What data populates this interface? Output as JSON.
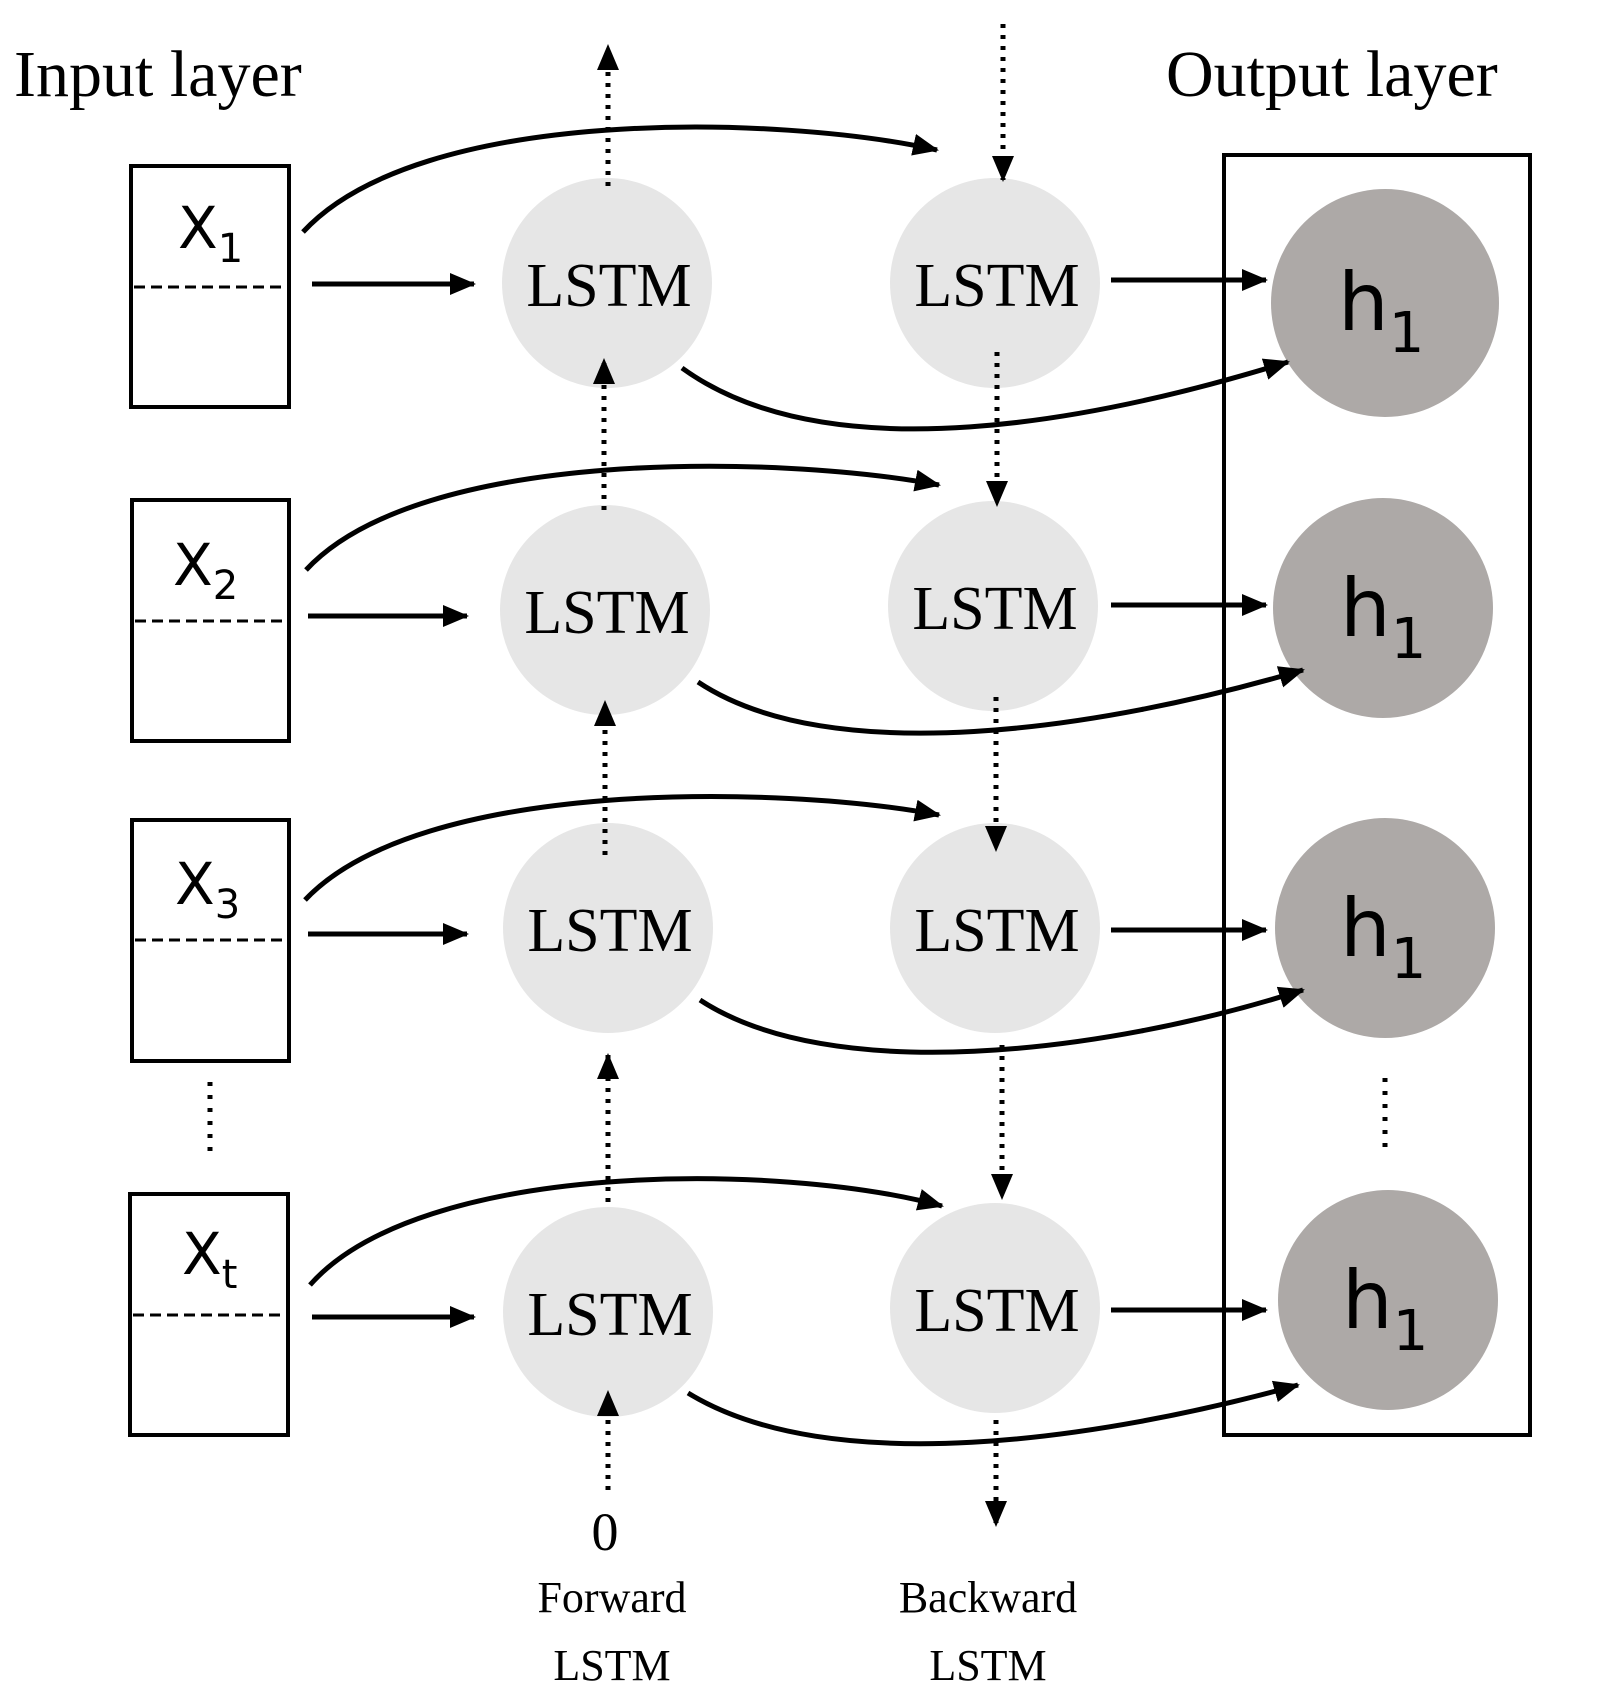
{
  "labels": {
    "input_layer": "Input layer",
    "output_layer": "Output layer",
    "zero": "0",
    "forward_line1": "Forward",
    "forward_line2": "LSTM",
    "backward_line1": "Backward",
    "backward_line2": "LSTM"
  },
  "inputs": [
    {
      "base": "X",
      "sub": "1"
    },
    {
      "base": "X",
      "sub": "2"
    },
    {
      "base": "X",
      "sub": "3"
    },
    {
      "base": "X",
      "sub": "t"
    }
  ],
  "forward_nodes": [
    "LSTM",
    "LSTM",
    "LSTM",
    "LSTM"
  ],
  "backward_nodes": [
    "LSTM",
    "LSTM",
    "LSTM",
    "LSTM"
  ],
  "outputs": [
    {
      "base": "h",
      "sub": "1"
    },
    {
      "base": "h",
      "sub": "1"
    },
    {
      "base": "h",
      "sub": "1"
    },
    {
      "base": "h",
      "sub": "1"
    }
  ],
  "colors": {
    "lstm_fill": "#e6e6e6",
    "output_fill": "#ada9a7",
    "line": "#000000"
  }
}
